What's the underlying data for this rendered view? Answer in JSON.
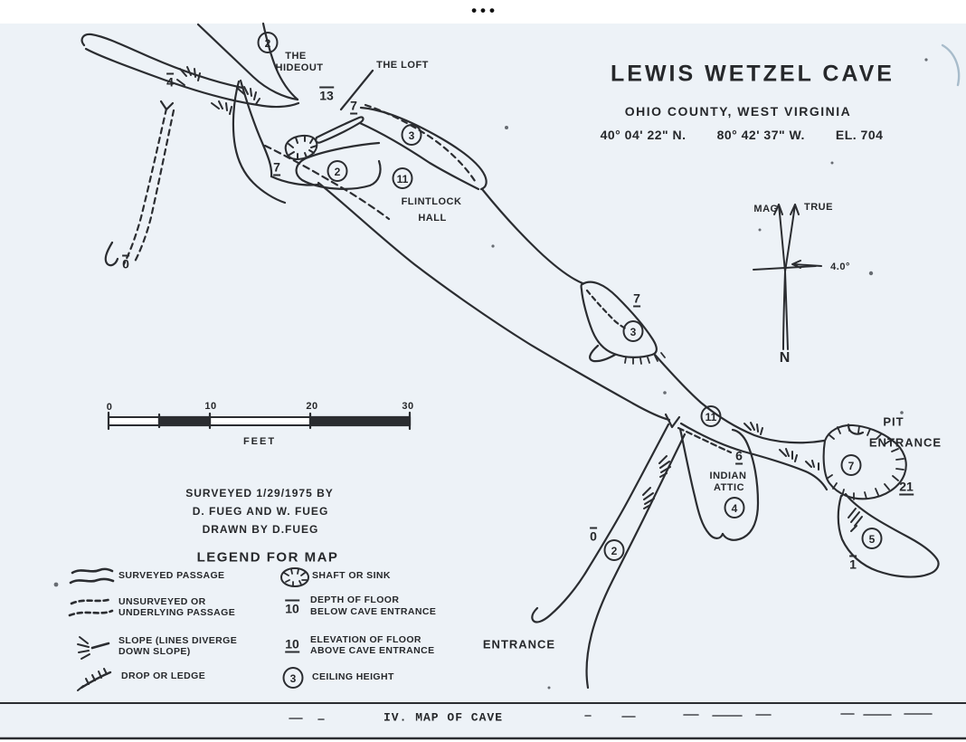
{
  "colors": {
    "ink": "#2b2d31",
    "paper": "#edf2f7"
  },
  "icons": {
    "ellipsis": "•••"
  },
  "title_block": {
    "title": "LEWIS WETZEL CAVE",
    "subtitle": "OHIO COUNTY, WEST VIRGINIA",
    "latitude": "40° 04' 22\" N.",
    "longitude": "80° 42' 37\" W.",
    "elevation": "EL. 704"
  },
  "compass": {
    "mag": "MAG",
    "true": "TRUE",
    "north": "N",
    "declination": "4.0°"
  },
  "scale_bar": {
    "ticks": [
      "0",
      "10",
      "20",
      "30"
    ],
    "unit": "FEET"
  },
  "credits": {
    "line1": "SURVEYED 1/29/1975 BY",
    "line2": "D. FUEG AND W. FUEG",
    "line3": "DRAWN BY D.FUEG"
  },
  "legend": {
    "title": "LEGEND FOR MAP",
    "items": [
      {
        "symbol": "surveyed-passage",
        "line1": "SURVEYED PASSAGE",
        "line2": ""
      },
      {
        "symbol": "unsurveyed-passage",
        "line1": "UNSURVEYED OR",
        "line2": "UNDERLYING PASSAGE"
      },
      {
        "symbol": "slope",
        "line1": "SLOPE (LINES DIVERGE",
        "line2": "DOWN SLOPE)"
      },
      {
        "symbol": "drop-or-ledge",
        "line1": "DROP OR LEDGE",
        "line2": ""
      },
      {
        "symbol": "shaft-or-sink",
        "line1": "SHAFT OR SINK",
        "line2": ""
      },
      {
        "symbol": "depth-of-floor",
        "value": "10",
        "line1": "DEPTH OF FLOOR",
        "line2": "BELOW CAVE ENTRANCE"
      },
      {
        "symbol": "elevation-of-floor",
        "value": "10",
        "line1": "ELEVATION OF FLOOR",
        "line2": "ABOVE CAVE ENTRANCE"
      },
      {
        "symbol": "ceiling-height",
        "value": "3",
        "line1": "CEILING HEIGHT",
        "line2": ""
      }
    ]
  },
  "caption": "IV. MAP OF CAVE",
  "map": {
    "labels": {
      "hideout_1": "THE",
      "hideout_2": "HIDEOUT",
      "loft": "THE LOFT",
      "flintlock_1": "FLINTLOCK",
      "flintlock_2": "HALL",
      "indian_1": "INDIAN",
      "indian_2": "ATTIC",
      "pit_1": "PIT",
      "pit_2": "ENTRANCE",
      "entrance": "ENTRANCE"
    },
    "stations": [
      {
        "kind": "ceiling-height",
        "value": "2"
      },
      {
        "kind": "depth-below-entrance",
        "value": "13"
      },
      {
        "kind": "elevation-above-entrance",
        "value": "7"
      },
      {
        "kind": "ceiling-height",
        "value": "3"
      },
      {
        "kind": "elevation-above-entrance",
        "value": "7"
      },
      {
        "kind": "ceiling-height",
        "value": "2"
      },
      {
        "kind": "ceiling-height",
        "value": "11"
      },
      {
        "kind": "depth-below-entrance",
        "value": "4"
      },
      {
        "kind": "depth-below-entrance",
        "value": "0"
      },
      {
        "kind": "elevation-above-entrance",
        "value": "7"
      },
      {
        "kind": "ceiling-height",
        "value": "3"
      },
      {
        "kind": "ceiling-height",
        "value": "11"
      },
      {
        "kind": "elevation-above-entrance",
        "value": "6"
      },
      {
        "kind": "ceiling-height",
        "value": "4"
      },
      {
        "kind": "ceiling-height",
        "value": "7"
      },
      {
        "kind": "elevation-above-entrance",
        "value": "21"
      },
      {
        "kind": "ceiling-height",
        "value": "5"
      },
      {
        "kind": "depth-below-entrance",
        "value": "1"
      },
      {
        "kind": "depth-below-entrance",
        "value": "0"
      },
      {
        "kind": "ceiling-height",
        "value": "2"
      }
    ]
  }
}
